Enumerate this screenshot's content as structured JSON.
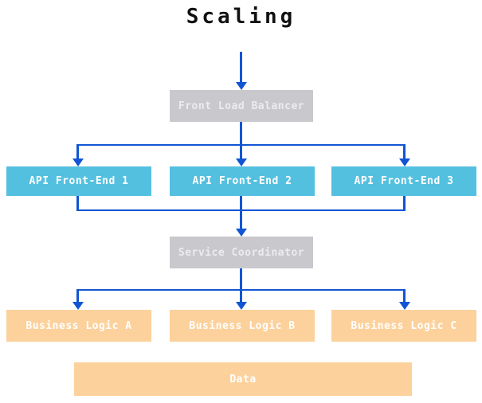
{
  "title": "Scaling",
  "colors": {
    "arrow": "#1155d4",
    "gray_box": "#c9c9cd",
    "cyan_box": "#54c0e0",
    "orange_box": "#fcd19c",
    "box_text": "#ffffff",
    "gray_box_text": "#ececef",
    "title_text": "#111111",
    "canvas_bg": "#ffffff"
  },
  "diagram": {
    "front_load_balancer": {
      "label": "Front Load Balancer"
    },
    "api_front_ends": [
      {
        "label": "API Front-End 1"
      },
      {
        "label": "API Front-End 2"
      },
      {
        "label": "API Front-End 3"
      }
    ],
    "service_coordinator": {
      "label": "Service Coordinator"
    },
    "business_logic": [
      {
        "label": "Business Logic A"
      },
      {
        "label": "Business Logic B"
      },
      {
        "label": "Business Logic C"
      }
    ],
    "data_store": {
      "label": "Data"
    }
  }
}
